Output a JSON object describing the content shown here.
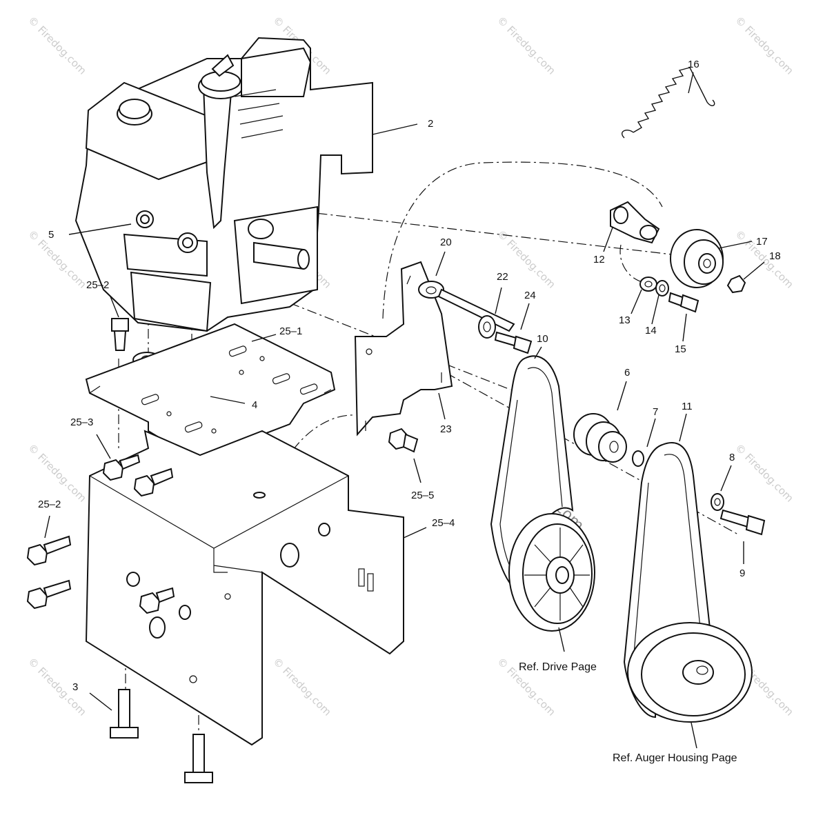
{
  "diagram": {
    "callouts": [
      {
        "id": "c2",
        "text": "2"
      },
      {
        "id": "c5",
        "text": "5"
      },
      {
        "id": "c25_2a",
        "text": "25–2"
      },
      {
        "id": "c25_1",
        "text": "25–1"
      },
      {
        "id": "c4",
        "text": "4"
      },
      {
        "id": "c25_3",
        "text": "25–3"
      },
      {
        "id": "c25_2b",
        "text": "25–2"
      },
      {
        "id": "c3",
        "text": "3"
      },
      {
        "id": "c25_5",
        "text": "25–5"
      },
      {
        "id": "c25_4",
        "text": "25–4"
      },
      {
        "id": "c20",
        "text": "20"
      },
      {
        "id": "c22",
        "text": "22"
      },
      {
        "id": "c24",
        "text": "24"
      },
      {
        "id": "c23",
        "text": "23"
      },
      {
        "id": "c10",
        "text": "10"
      },
      {
        "id": "c6",
        "text": "6"
      },
      {
        "id": "c7",
        "text": "7"
      },
      {
        "id": "c11",
        "text": "11"
      },
      {
        "id": "c8",
        "text": "8"
      },
      {
        "id": "c9",
        "text": "9"
      },
      {
        "id": "c16",
        "text": "16"
      },
      {
        "id": "c12",
        "text": "12"
      },
      {
        "id": "c17",
        "text": "17"
      },
      {
        "id": "c18",
        "text": "18"
      },
      {
        "id": "c13",
        "text": "13"
      },
      {
        "id": "c14",
        "text": "14"
      },
      {
        "id": "c15",
        "text": "15"
      }
    ],
    "references": {
      "drive": "Ref. Drive Page",
      "auger": "Ref. Auger Housing Page"
    },
    "watermark": {
      "small": "© Firedog.com",
      "large": "© Firedog.com"
    }
  }
}
